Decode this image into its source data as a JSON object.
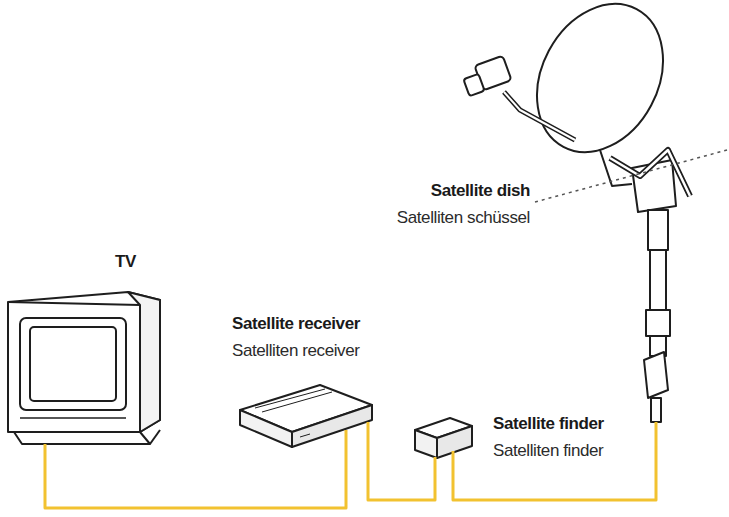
{
  "diagram": {
    "nodes": [
      {
        "text": [
          "Satellite dish",
          "Satelliten schüssel"
        ]
      },
      {
        "text": [
          "TV"
        ]
      },
      {
        "text": [
          "Satellite receiver",
          "Satelliten receiver"
        ]
      },
      {
        "text": [
          "Satellite finder",
          "Satelliten finder"
        ]
      }
    ],
    "edges": [
      {
        "from": 1,
        "to": 2,
        "arrow": "none"
      },
      {
        "from": 2,
        "to": 3,
        "arrow": "none"
      },
      {
        "from": 3,
        "to": 0,
        "arrow": "none"
      }
    ]
  }
}
